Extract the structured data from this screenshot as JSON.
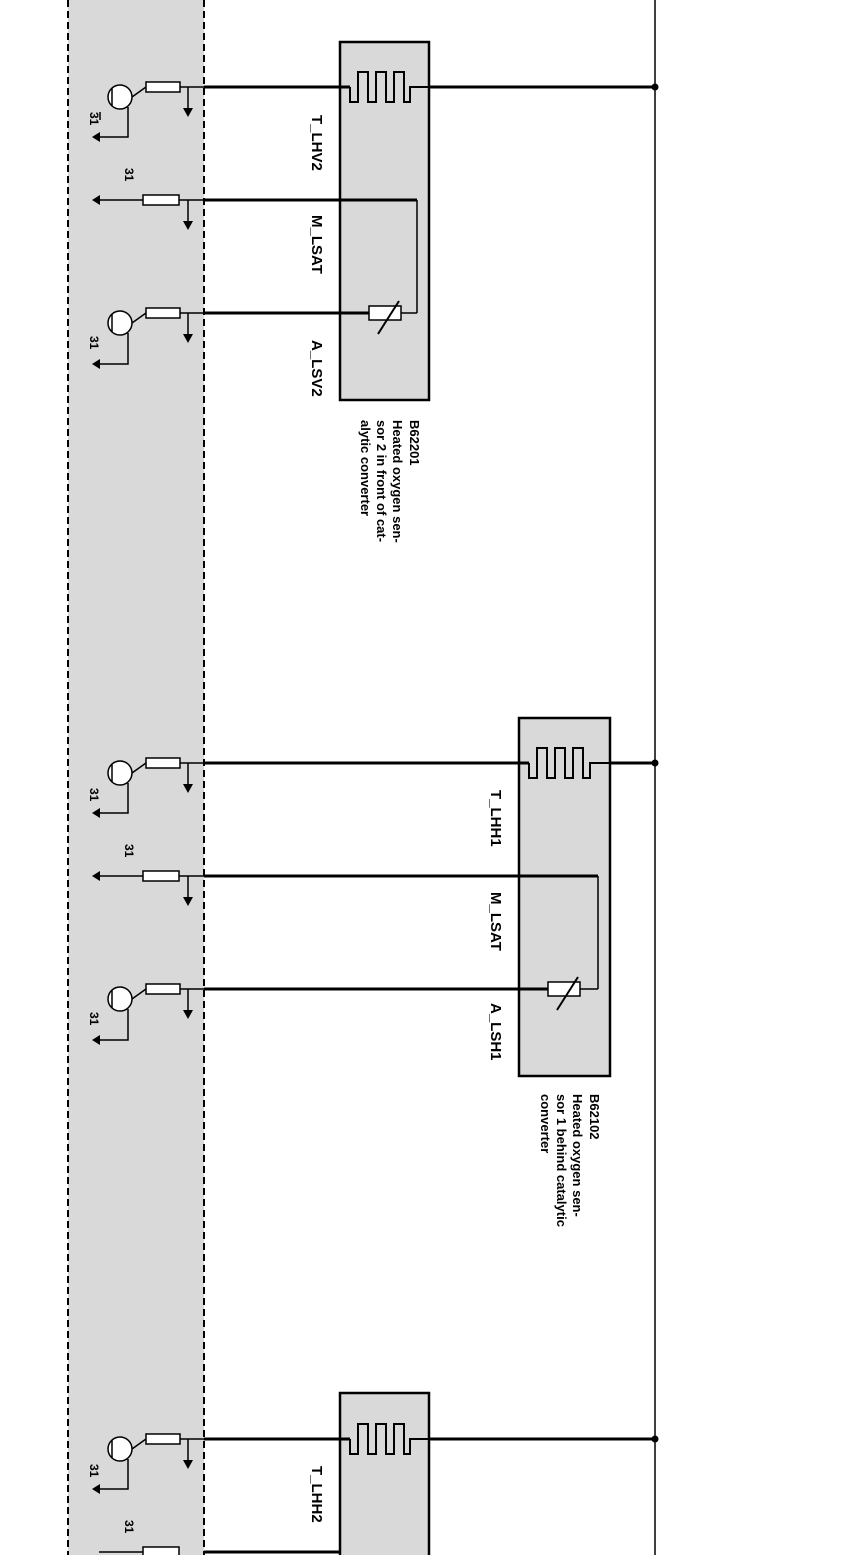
{
  "ground_label": "31",
  "sensors": [
    {
      "id": "B62201",
      "description": [
        "Heated oxygen sen-",
        "sor 2 in front of cat-",
        "alytic converter"
      ],
      "pins": {
        "heater": "T_LHV2",
        "ground": "M_LSAT",
        "signal": "A_LSV2"
      }
    },
    {
      "id": "B62102",
      "description": [
        "Heated oxygen sen-",
        "sor 1 behind catalytic",
        "converter"
      ],
      "pins": {
        "heater": "T_LHH1",
        "ground": "M_LSAT",
        "signal": "A_LSH1"
      }
    },
    {
      "id": "",
      "description": [],
      "pins": {
        "heater": "T_LHH2",
        "ground": "",
        "signal": ""
      }
    }
  ],
  "colors": {
    "module_fill": "#d9d9d9",
    "line": "#000000",
    "background": "#ffffff"
  }
}
